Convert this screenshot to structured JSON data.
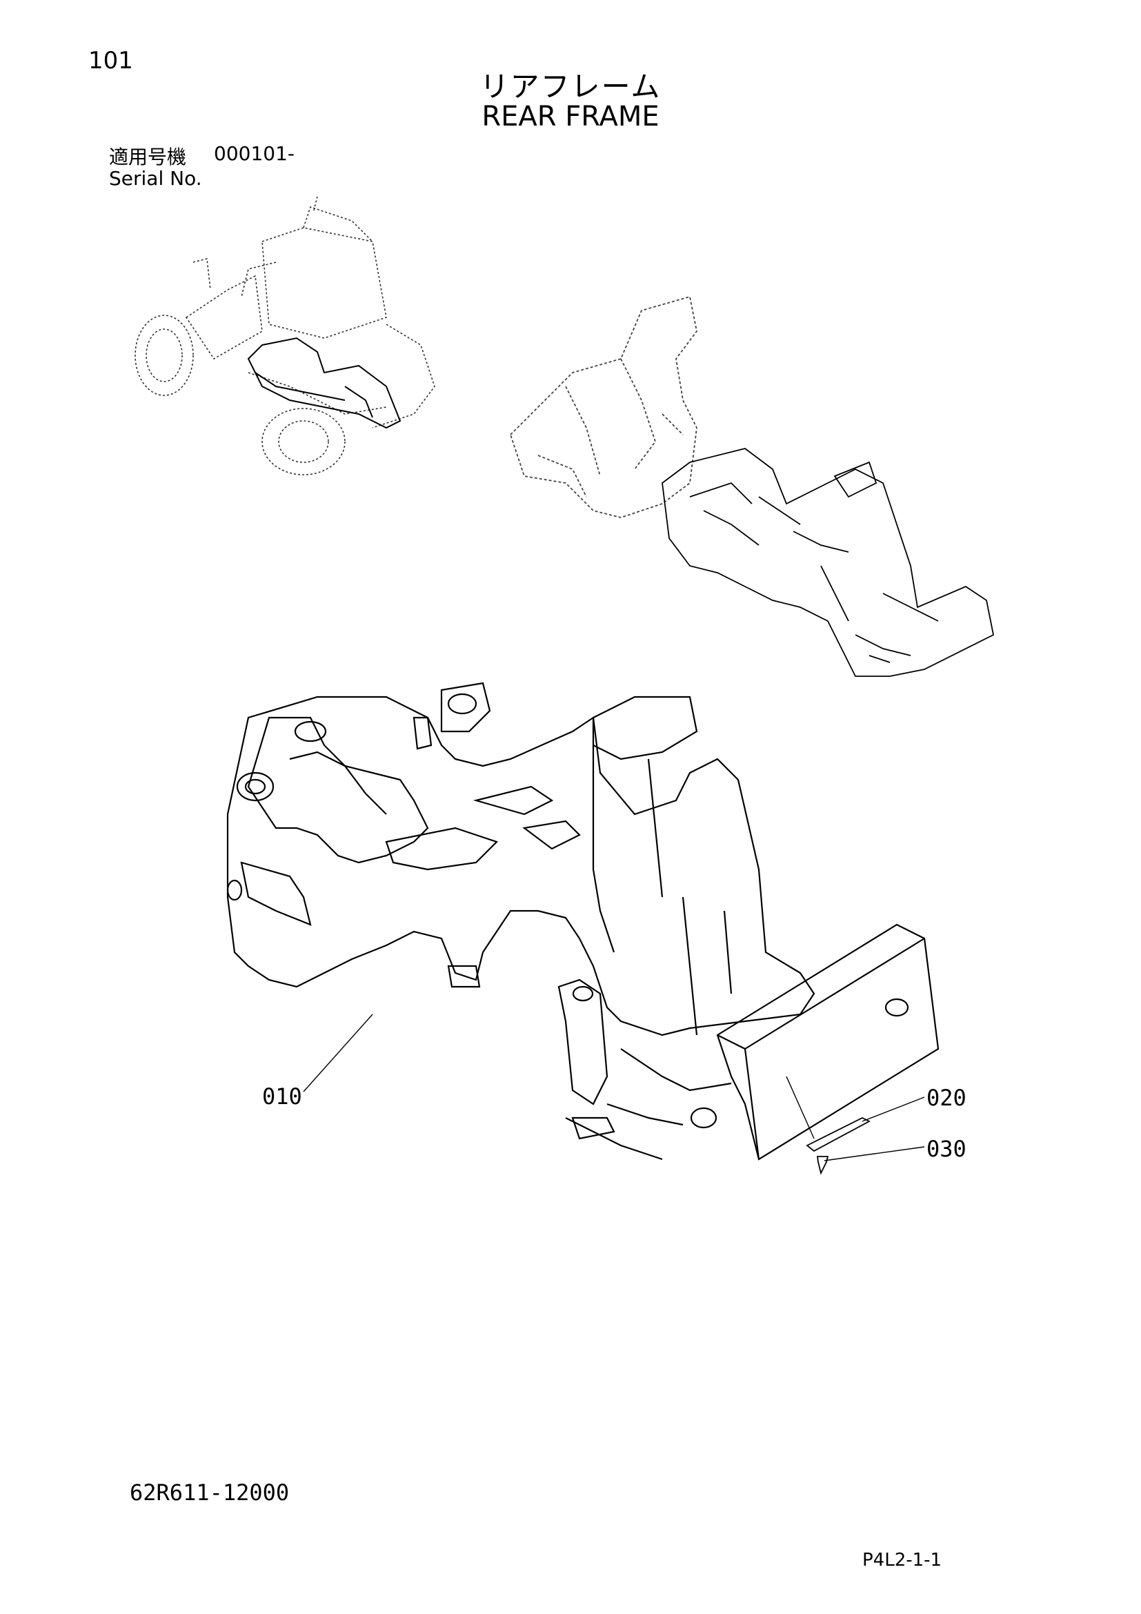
{
  "header": {
    "page_number": "101",
    "title_jp": "リアフレーム",
    "title_en": "REAR FRAME",
    "serial_label_jp": "適用号機",
    "serial_value": "000101-",
    "serial_label_en": "Serial No."
  },
  "callouts": [
    {
      "label": "010"
    },
    {
      "label": "020"
    },
    {
      "label": "030"
    }
  ],
  "footer": {
    "drawing_number": "62R611-12000",
    "sheet_ref": "P4L2-1-1"
  }
}
